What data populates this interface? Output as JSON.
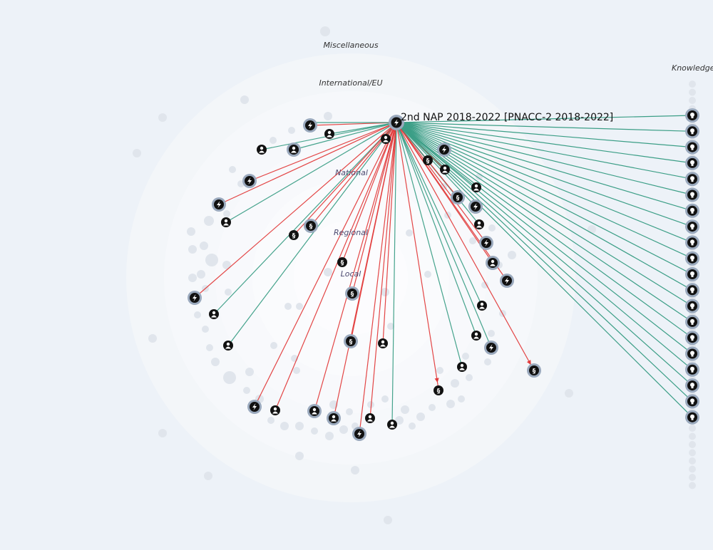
{
  "colors": {
    "background": "#edf2f8",
    "ring_fill": "#f5f7fa",
    "ring_fill_inner": "#f9fafc",
    "ghost_node": "#e0e5ec",
    "edge_red": "#e23b3b",
    "edge_green": "#3b9e86",
    "node_dark": "#111111",
    "node_halo": "#9aa9bd"
  },
  "rings": [
    {
      "label": "Miscellaneous"
    },
    {
      "label": "International/EU"
    },
    {
      "label": "National"
    },
    {
      "label": "Regional"
    },
    {
      "label": "Local"
    }
  ],
  "knowledge_column": {
    "label": "Knowledge",
    "icon": "lightbulb-icon",
    "count": 20
  },
  "focus_node": {
    "label": "2nd NAP 2018-2022 [PNACC-2 2018-2022]",
    "icon": "lightning-icon"
  },
  "node_types": {
    "action": "lightning-icon",
    "actor": "person-icon",
    "policy": "section-sign-icon",
    "knowledge": "lightbulb-icon"
  },
  "edge_types": [
    "red",
    "green"
  ]
}
